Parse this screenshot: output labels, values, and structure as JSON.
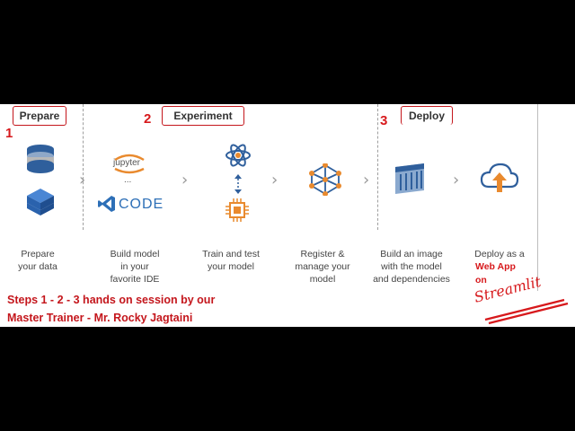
{
  "phases": [
    {
      "num": "1",
      "label": "Prepare"
    },
    {
      "num": "2",
      "label": "Experiment"
    },
    {
      "num": "3",
      "label": "Deploy"
    }
  ],
  "captions": [
    "Prepare\nyour data",
    "Build model\nin your\nfavorite IDE",
    "Train and test\nyour model",
    "Register &\nmanage your\nmodel",
    "Build an image\nwith the model\nand dependencies",
    "Deploy as a"
  ],
  "deploy_extra": [
    "Web App",
    "on"
  ],
  "icons": {
    "jupyter_text": "jupyter",
    "jupyter_dots": "...",
    "code_text": "CODE"
  },
  "footer": {
    "line1": "Steps 1 - 2 - 3  hands on session by our",
    "line2": "Master Trainer - Mr. Rocky Jagtaini"
  },
  "streamlit_text": "Streamlit",
  "colors": {
    "accent_red": "#d7191c",
    "text": "#444444",
    "blue": "#2d6fb7",
    "orange": "#e98a2e"
  }
}
